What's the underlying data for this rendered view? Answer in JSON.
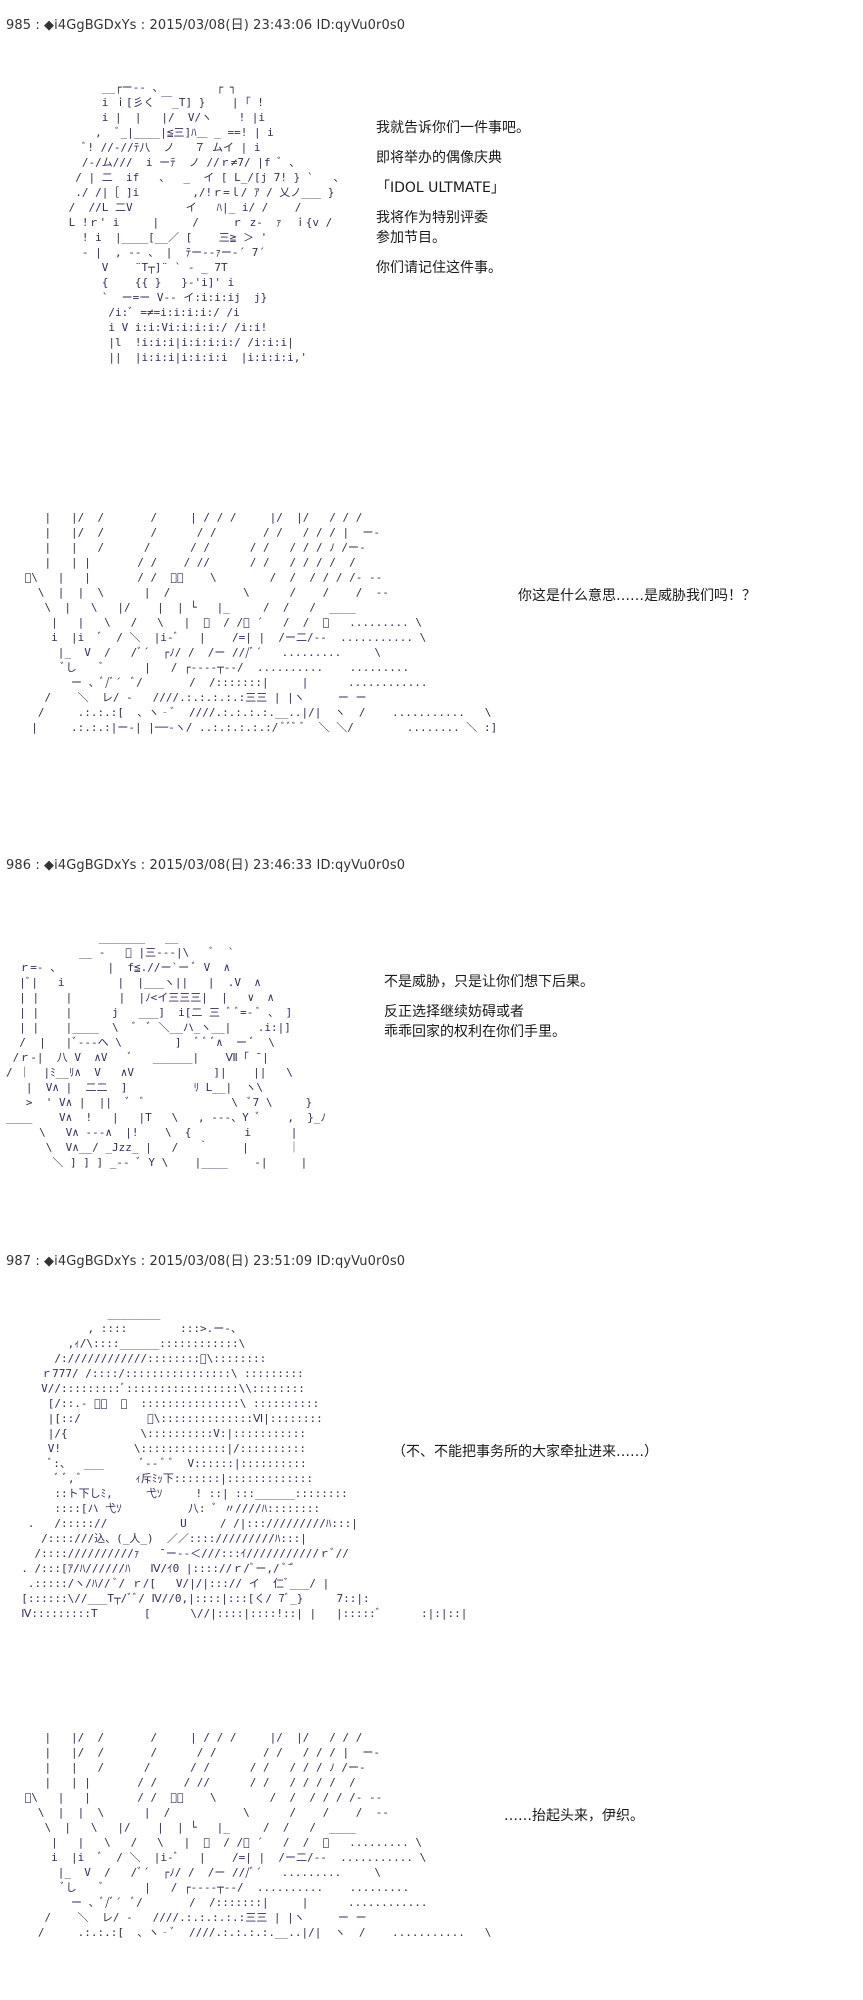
{
  "posts": [
    {
      "header": "985 : ◆i4GgBGDxYs : 2015/03/08(日) 23:43:06 ID:qyVu0r0s0",
      "panels": [
        {
          "art": [
            "      __┌ー‐‐ 、        ┌ ┐",
            "      i ｉ[彡く ￣_T] }    | ｢ !",
            "      i |  |   |/  V/ヽ    ! |i",
            "     ,  ﾞ_|____|≦三]ﾊ＿ _ ==! | i",
            "   ﾞ! //-//ﾃ八  ノ   ７ ムイ | i",
            "   /-/ム///  i ーﾃ  ノ //ｒ≠7/ |f ﾞ 、",
            "  / | 二  if   、  _  イ [ L_/[j 7! } `   、",
            "  ./ /|［ ]i        ,/!ｒ=ｌ/ ｱ / 乂ノ___ }",
            " /  //L 二V        イ   ﾊ|_ i/ /    /",
            " L !ｒ' i     |     /     ｒ z-  ｧ  ｉ{v /",
            "   ! i  |____[__／ [    三≧ ＞ '",
            "   - |  , -- 、 |  ﾃー--ｧー‐´ 7´",
            "      V    ¨T┬]¨ ` ‐ _ 7T",
            "      {    {{ }   }-'i]' i",
            "      `  ー=ー V-- イ:i:i:ij  j}",
            "       /i:ﾞ =≠=i:i:i:i:/ /i",
            "       i V i:i:Vi:i:i:i:/ /i:i!",
            "       |l  !i:i:i|i:i:i:i:/ /i:i:i|",
            "       ||  |i:i:i|i:i:i:i  |i:i:i:i,'"
          ],
          "lines": [
            "我就告诉你们一件事吧。",
            "",
            "即将举办的偶像庆典",
            "",
            "「IDOL  ULTMATE」",
            "",
            "我将作为特别评委",
            "参加节目。",
            "",
            "你们请记住这件事。"
          ]
        },
        {
          "art": [
            "    |   |/  /       /     | / / /     |/  |/   / / /",
            "    |   |/  /       /      / /       / /   / / / |  ー‐",
            "    |   |   /      /      / /      / /   / / / ﾉ /ー‐",
            "    |   | |       / /    / //      / /   / / / /  /",
            " ﾞ\\   |   |       / /  ﾞﾞ    \\        /  /  / / / /‐ ‐‐",
            "   \\  |  |  \\      |  /           \\      /    /    /  ‐‐",
            "    \\  |   \\   |/    |  | └   |_     /  /   /  ____",
            "     |   |   \\   /   \\   |  ﾞ  / /ﾞ ´   /  /  ／   ......... \\",
            "     i  |i  ﾞ  / ＼  |i-ﾞ   |    /=| |  /ー二/‐‐  ........... \\",
            "      |_  V  /   /ﾞ´  ┌ﾉ/ /  /ー ///ﾞ´   .........     \\",
            "       ﾞし    ﾞ      |   / ┌----┬--/  ..........    .........",
            "        ー 、ﾞ/ﾞ´  ﾞ/       /  /:::::::|     |      ............",
            "    /    ＼  レ/ ‐   ////.:.:.:.:.:三三 | |ヽ     ー ー  ",
            "   /     .:.:.:[  、ヽ‐ﾞ  ////.:.:.:.:.__..|/|  ヽ  /    ...........   \\",
            "  |     .:.:.:|ー‐| |──‐ヽ/ ..:.:.:.:.:/ ﾞﾞﾞ ﾞ  ＼ ＼/        ........ ＼ :]"
          ],
          "lines": [
            "你这是什么意思……是威胁我们吗！？"
          ]
        }
      ]
    },
    {
      "header": "986 : ◆i4GgBGDxYs : 2015/03/08(日) 23:46:33 ID:qyVu0r0s0",
      "panels": [
        {
          "art": [
            "              _______   __",
            "           __ -   ﾞ |三---|\\   ﾞ  `",
            "  ｒ=- 、       |  f≦.//ー`ー ﾞ V  ∧",
            "  |ﾞ|   i        |  |___ヽ||   |  .V  ∧",
            "  | |    |       |  |ﾉ<イ三三三|  |   ∨  ∧",
            "  | |    |      j   ___]  i[二 三 ﾞ ﾞ=- ﾞ 、 ]",
            "  | |    |____  \\  ﾞ  ﾞ ＼__ハ_ヽ__|    .i:|]",
            "  /  |   |ﾞ---ヘ \\        ]  ﾞ ﾞ ﾞ∧  ー ﾞ  \\",
            " /ｒ-|  八 V  ∧V   ﾞ   ______|    Ⅶ「 ̄ |",
            "/ ｜  |ﾐ__ﾘ∧  V   ∧V            ]|    ||   \\",
            "   |  V∧ |  二二  ]          ﾘ L__|  ヽ\\",
            "   >  ' V∧ |  ||  ﾞ  ﾞ             \\  ﾞ7 \\     }",
            "____    V∧  !   |   |T   \\   , ---、Y ﾞ    ,  }_ﾉ",
            "     \\   V∧ ---∧  |!    \\  {        i      |",
            "      \\  V∧__/ _Jzz_ |   /   ｀     |      ｜",
            "       ＼ ] ] ] _-‐ ﾞ Y \\    |____    -|     |"
          ],
          "lines": [
            "不是威胁，只是让你们想下后果。",
            "",
            "反正选择继续妨碍或者",
            "乖乖回家的权利在你们手里。"
          ]
        }
      ]
    },
    {
      "header": "987 : ◆i4GgBGDxYs : 2015/03/08(日) 23:51:09 ID:qyVu0r0s0",
      "panels": [
        {
          "art": [
            "               ________",
            "            , ::::        :::>.ー-、",
            "         ,ｨ/\\::::______::::::::::::\\",
            "       /:////////////::::::::ﾞ\\::::::::",
            "     ｒ777/ /::::/::::::::::::::::\\ :::::::::",
            "     V//:::::::::ﾞ:::::::::::::::::\\\\::::::::",
            "      [/::.‐ ﾞﾞ  ﾞ  :::::::::::::::\\ ::::::::::",
            "      |[::/          ﾞ\\::::::::::::::Ⅵ|::::::::",
            "      |/{           \\::::::::::V:|:::::::::::",
            "      V!           \\:::::::::::::|/::::::::::",
            "      ﾞ:、  ___      ﾞ-- ﾞ ﾞ  V::::::|::::::::::",
            "       ﾞ ﾞ, ﾞ        ｨ斥ﾐｯ下:::::::|:::::::::::::",
            "       ::ト下しﾐ,     弋ｿ     ! ::| :::______::::::::",
            "       ::::[ハ 弋ｿ          八: ﾞ 〃////ﾊ::::::::",
            "   .   /::::://           U     / /|::://///////ﾊ:::|",
            "     /::::///込、(_人_)  ／／:::://///////ﾊ:::|",
            "    /:::://////////ｧ   ̄ ー--＜///:::ｲ///////////ｒﾞ//",
            "  . /:::[ｱ/ﾊ//////ﾊ   Ⅳ/ｲ0 |:::://ｒ/ﾞー,/ ﾞ ̄ﾞ",
            "   .:::::/ヽ/ﾊ// ﾞ/ ｒ/[   V/|/|:::// イ  仁ﾞ___/ |",
            "  [::::::\\//___T┬/ﾞﾞ/ Ⅳ//0,|::::|:::[く/ 7ﾞ_}     7::|:",
            "  Ⅳ:::::::::T       [      \\//|::::|::::!::| |   |:::::ﾞ      :|:|::|"
          ],
          "lines": [
            "（不、不能把事务所的大家牵扯进来……）"
          ]
        },
        {
          "art": [
            "    |   |/  /       /     | / / /     |/  |/   / / /",
            "    |   |/  /       /      / /       / /   / / / |  ー‐",
            "    |   |   /      /      / /      / /   / / / ﾉ /ー‐",
            "    |   | |       / /    / //      / /   / / / /  /",
            " ﾞ\\   |   |       / /  ﾞﾞ    \\        /  /  / / / /‐ ‐‐",
            "   \\  |  |  \\      |  /           \\      /    /    /  ‐‐",
            "    \\  |   \\   |/    |  | └   |_     /  /   /  ____",
            "     |   |   \\   /   \\   |  ﾞ  / /ﾞ ´   /  /  ／   ......... \\",
            "     i  |i  ﾞ  / ＼  |i-ﾞ   |    /=| |  /ー二/‐‐  ........... \\",
            "      |_  V  /   /ﾞ´  ┌ﾉ/ /  /ー ///ﾞ´   .........     \\",
            "       ﾞし    ﾞ      |   / ┌----┬--/  ..........    .........",
            "        ー 、ﾞ/ﾞ´  ﾞ/       /  /:::::::|     |      ............",
            "    /    ＼  レ/ ‐   ////.:.:.:.:.:三三 | |ヽ     ー ー  ",
            "   /     .:.:.:[  、ヽ‐ﾞ  ////.:.:.:.:.__..|/|  ヽ  /    ...........   \\"
          ],
          "lines": [
            "……抬起头来，伊织。"
          ]
        }
      ]
    }
  ]
}
